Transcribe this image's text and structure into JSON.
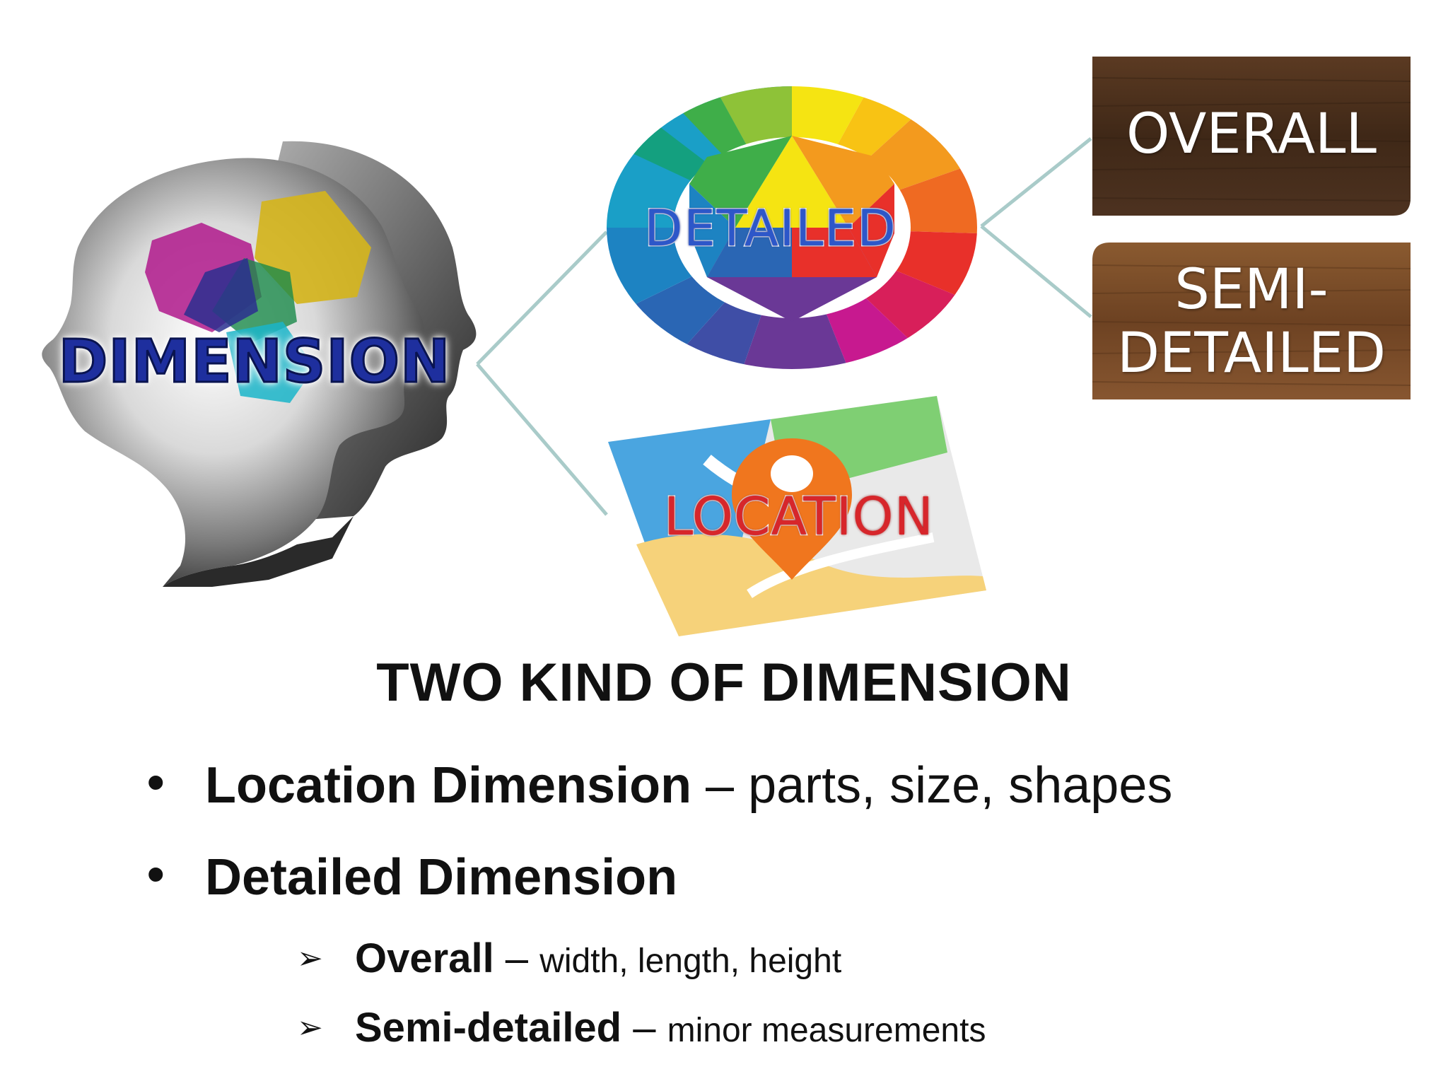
{
  "diagram": {
    "center_label": "DIMENSION",
    "branch_detailed": "DETAILED",
    "branch_location": "LOCATION",
    "sub_overall": "OVERALL",
    "sub_semi_line1": "SEMI-",
    "sub_semi_line2": "DETAILED"
  },
  "content": {
    "title": "TWO KIND OF DIMENSION",
    "bullets": [
      {
        "marker": "•",
        "bold": "Location Dimension",
        "rest": " – parts, size, shapes"
      },
      {
        "marker": "•",
        "bold": "Detailed Dimension",
        "rest": ""
      }
    ],
    "sub_bullets": [
      {
        "marker": "➢",
        "bold": "Overall",
        "dash": " – ",
        "rest": "width, length, height"
      },
      {
        "marker": "➢",
        "bold": "Semi-detailed",
        "dash": " – ",
        "rest": "minor measurements"
      }
    ]
  },
  "colors": {
    "connector": "#a9cbc9",
    "wood_dark": "#4a2f1c",
    "wood_light": "#7a4a24"
  }
}
